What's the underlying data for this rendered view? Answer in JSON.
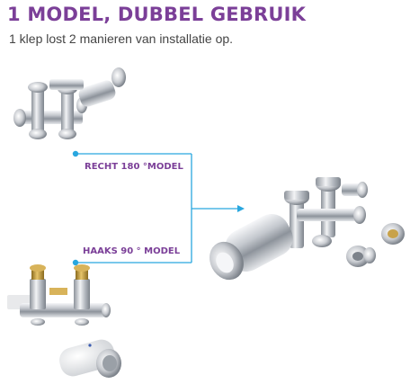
{
  "heading": {
    "title": "1 MODEL, DUBBEL GEBRUIK",
    "subtitle": "1 klep lost 2 manieren van installatie op."
  },
  "labels": {
    "recht": "RECHT 180 °MODEL",
    "haaks": "HAAKS 90 ° MODEL"
  },
  "colors": {
    "title": "#7b3f98",
    "label": "#7b3f98",
    "connector": "#29a7df",
    "chrome": "#c9ccd1",
    "brass": "#c8a24a",
    "thermostat_head": "#f4f4f4"
  }
}
